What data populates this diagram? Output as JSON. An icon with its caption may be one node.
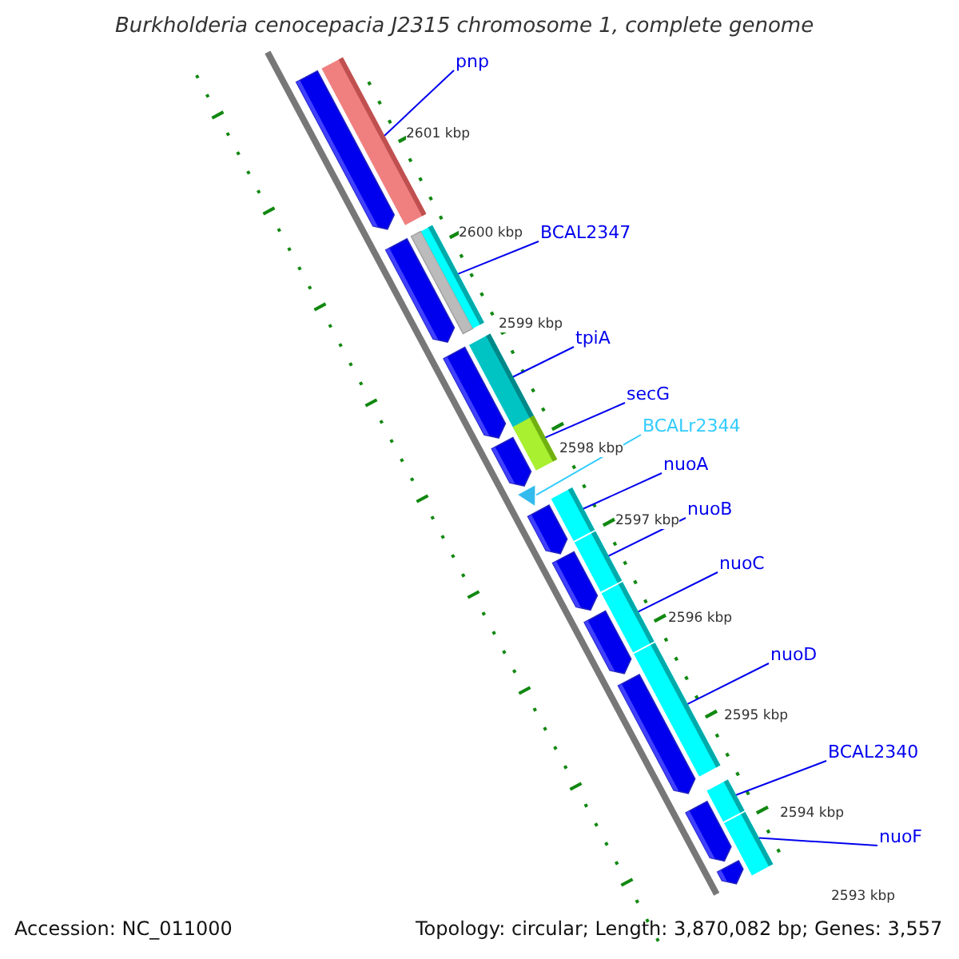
{
  "diagram": {
    "title": "Burkholderia cenocepacia J2315 chromosome 1, complete genome",
    "nodes": [
      {
        "text": [
          "pnp"
        ]
      },
      {
        "text": [
          "BCAL2347"
        ]
      },
      {
        "text": [
          "tpiA"
        ]
      },
      {
        "text": [
          "secG"
        ]
      },
      {
        "text": [
          "BCALr2344"
        ]
      },
      {
        "text": [
          "nuoA"
        ]
      },
      {
        "text": [
          "nuoB"
        ]
      },
      {
        "text": [
          "nuoC"
        ]
      },
      {
        "text": [
          "nuoD"
        ]
      },
      {
        "text": [
          "BCAL2340"
        ]
      },
      {
        "text": [
          "nuoF"
        ]
      },
      {
        "text": [],
        "shape": "bar"
      },
      {
        "text": [],
        "shape": "bar"
      },
      {
        "text": [],
        "shape": "bar"
      },
      {
        "text": [],
        "shape": "bar"
      },
      {
        "text": [],
        "shape": "triangle"
      },
      {
        "text": [],
        "shape": "bar"
      },
      {
        "text": [],
        "shape": "bar"
      },
      {
        "text": [],
        "shape": "bar"
      },
      {
        "text": [],
        "shape": "bar"
      },
      {
        "text": [],
        "shape": "bar"
      },
      {
        "text": [],
        "shape": "bar"
      }
    ],
    "edges": [
      {
        "from": 0,
        "to": 11,
        "arrow": "none"
      },
      {
        "from": 1,
        "to": 12,
        "arrow": "none"
      },
      {
        "from": 2,
        "to": 13,
        "arrow": "none"
      },
      {
        "from": 3,
        "to": 14,
        "arrow": "none"
      },
      {
        "from": 4,
        "to": 15,
        "arrow": "none",
        "color": "#33ccff"
      },
      {
        "from": 5,
        "to": 16,
        "arrow": "none"
      },
      {
        "from": 6,
        "to": 17,
        "arrow": "none"
      },
      {
        "from": 7,
        "to": 18,
        "arrow": "none"
      },
      {
        "from": 8,
        "to": 19,
        "arrow": "none"
      },
      {
        "from": 9,
        "to": 20,
        "arrow": "none"
      },
      {
        "from": 10,
        "to": 21,
        "arrow": "none"
      }
    ],
    "labels": [
      "2601 kbp",
      "2600 kbp",
      "2599 kbp",
      "2598 kbp",
      "2597 kbp",
      "2596 kbp",
      "2595 kbp",
      "2594 kbp",
      "2593 kbp",
      "Accession: NC_011000",
      "Topology: circular; Length: 3,870,082 bp; Genes: 3,557"
    ]
  }
}
